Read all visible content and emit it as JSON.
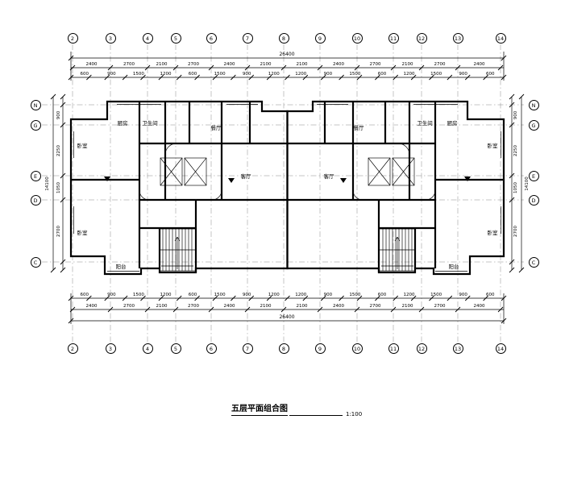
{
  "drawing": {
    "title": "五层平面组合图",
    "scale": "1:100"
  },
  "axes": {
    "top": [
      "2",
      "3",
      "4",
      "5",
      "6",
      "7",
      "8",
      "9",
      "10",
      "11",
      "12",
      "13",
      "14"
    ],
    "bottom": [
      "2",
      "3",
      "4",
      "5",
      "6",
      "7",
      "8",
      "9",
      "10",
      "11",
      "12",
      "13",
      "14"
    ],
    "left": [
      "N",
      "G",
      "E",
      "D",
      "C"
    ],
    "right": [
      "N",
      "G",
      "E",
      "D",
      "C"
    ]
  },
  "dims": {
    "top_total": "26400",
    "top_row": [
      "2400",
      "2700",
      "2100",
      "2700",
      "2400",
      "2100",
      "2100",
      "2400",
      "2700",
      "2100",
      "2700",
      "2400"
    ],
    "top_fine": [
      "600",
      "900",
      "1500",
      "1200",
      "600",
      "1500",
      "900",
      "1200",
      "1200",
      "900",
      "1500",
      "600",
      "1200",
      "1500",
      "900",
      "600"
    ],
    "bottom_fine": [
      "600",
      "900",
      "1500",
      "1200",
      "600",
      "1500",
      "900",
      "1200",
      "1200",
      "900",
      "1500",
      "600",
      "1200",
      "1500",
      "900",
      "600"
    ],
    "bottom_row": [
      "2400",
      "2700",
      "2100",
      "2700",
      "2400",
      "2100",
      "2100",
      "2400",
      "2700",
      "2100",
      "2700",
      "2400"
    ],
    "bottom_total": "26400",
    "left_col": [
      "900",
      "2250",
      "1050",
      "2700"
    ],
    "left_total": "14100",
    "right_col": [
      "900",
      "2250",
      "1050",
      "2700"
    ],
    "right_total": "14100"
  },
  "rooms": [
    "卧室",
    "卧室",
    "厨房",
    "卫生间",
    "餐厅",
    "客厅",
    "阳台",
    "卧室",
    "卧室",
    "厨房",
    "卫生间",
    "餐厅",
    "客厅",
    "阳台"
  ]
}
